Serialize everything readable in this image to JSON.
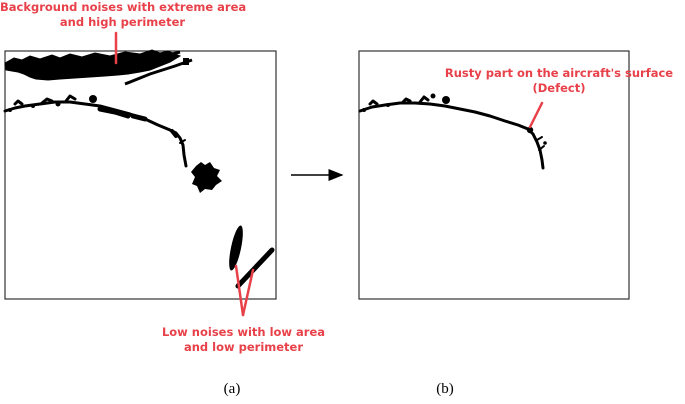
{
  "annotations": {
    "background_noise_line1": "Background noises with extreme area",
    "background_noise_line2": "and high perimeter",
    "defect_line1": "Rusty part on the aircraft's surface",
    "defect_line2": "(Defect)",
    "low_noise_line1": "Low noises with low area",
    "low_noise_line2": "and low perimeter"
  },
  "captions": {
    "a": "(a)",
    "b": "(b)"
  },
  "colors": {
    "annotation": "#e8414a",
    "foreground": "#000000",
    "frame": "#333333"
  }
}
